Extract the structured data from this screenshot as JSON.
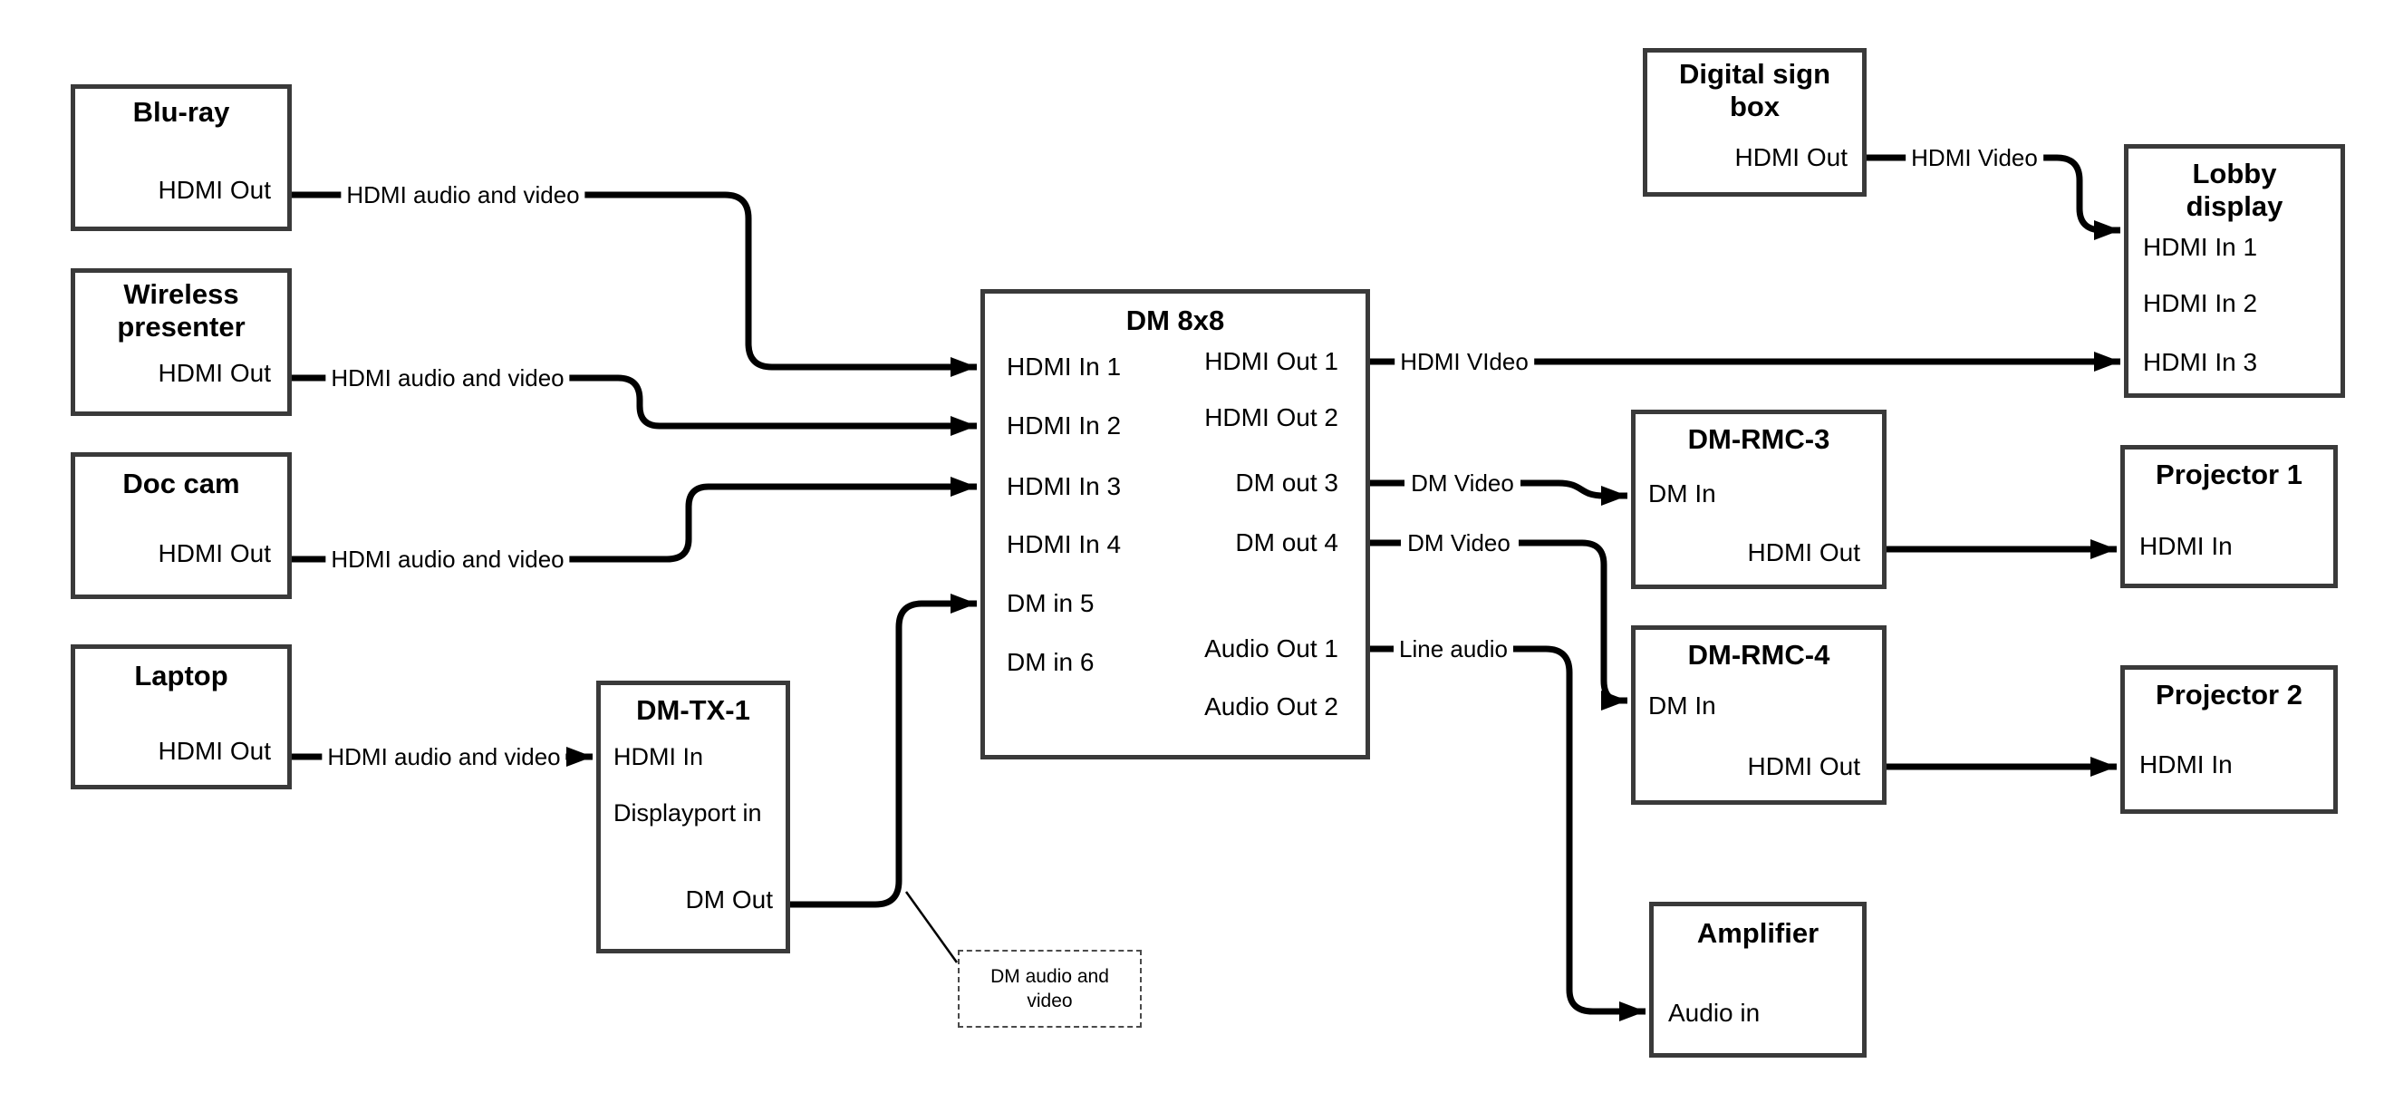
{
  "nodes": {
    "bluray": {
      "title": "Blu-ray",
      "port_hdmi_out": "HDMI Out"
    },
    "wireless_presenter": {
      "title": "Wireless presenter",
      "port_hdmi_out": "HDMI Out"
    },
    "doc_cam": {
      "title": "Doc cam",
      "port_hdmi_out": "HDMI Out"
    },
    "laptop": {
      "title": "Laptop",
      "port_hdmi_out": "HDMI Out"
    },
    "dm_tx_1": {
      "title": "DM-TX-1",
      "port_hdmi_in": "HDMI In",
      "port_displayport_in": "Displayport in",
      "port_dm_out": "DM Out"
    },
    "dm_8x8": {
      "title": "DM 8x8",
      "inputs": [
        "HDMI In 1",
        "HDMI In 2",
        "HDMI In 3",
        "HDMI In 4",
        "DM in 5",
        "DM in 6"
      ],
      "outputs": [
        "HDMI Out 1",
        "HDMI Out 2",
        "DM out 3",
        "DM out 4",
        "Audio Out 1",
        "Audio Out 2"
      ]
    },
    "digital_sign_box": {
      "title": "Digital sign box",
      "port_hdmi_out": "HDMI Out"
    },
    "lobby_display": {
      "title": "Lobby display",
      "inputs": [
        "HDMI In 1",
        "HDMI In 2",
        "HDMI In 3"
      ]
    },
    "dm_rmc_3": {
      "title": "DM-RMC-3",
      "port_dm_in": "DM In",
      "port_hdmi_out": "HDMI Out"
    },
    "dm_rmc_4": {
      "title": "DM-RMC-4",
      "port_dm_in": "DM In",
      "port_hdmi_out": "HDMI Out"
    },
    "projector_1": {
      "title": "Projector 1",
      "port_hdmi_in": "HDMI In"
    },
    "projector_2": {
      "title": "Projector 2",
      "port_hdmi_in": "HDMI In"
    },
    "amplifier": {
      "title": "Amplifier",
      "port_audio_in": "Audio in"
    },
    "note": {
      "text": "DM audio and video"
    }
  },
  "edge_labels": {
    "bluray_to_dm8x8": "HDMI audio and video",
    "wireless_to_dm8x8": "HDMI audio and video",
    "doccam_to_dm8x8": "HDMI audio and video",
    "laptop_to_dmtx1": "HDMI audio and video",
    "dm8x8_out1_to_lobby": "HDMI VIdeo",
    "dm8x8_out3_to_rmc3": "DM Video",
    "dm8x8_out4_to_rmc4": "DM Video",
    "dm8x8_audio1_to_amp": "Line audio",
    "signbox_to_lobby": "HDMI Video"
  },
  "colors": {
    "line": "#000000",
    "box_border": "#3a3a3a",
    "background": "#ffffff",
    "text": "#000000"
  }
}
